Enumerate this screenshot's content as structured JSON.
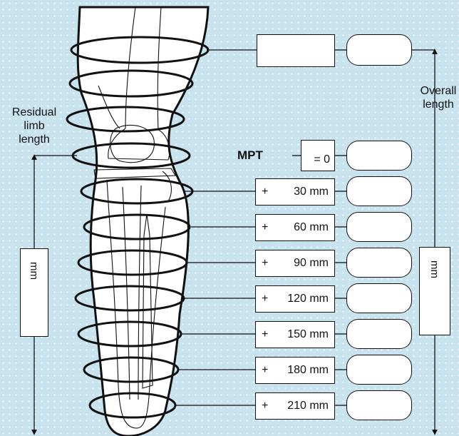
{
  "labels": {
    "residual_limb_length": [
      "Residual",
      "limb",
      "length"
    ],
    "overall_length": [
      "Overall",
      "length"
    ],
    "mpt": "MPT",
    "mpt_zero": "= 0",
    "left_unit": "mm",
    "right_unit": "mm"
  },
  "measurements": [
    {
      "sign": "+",
      "value": "30 mm"
    },
    {
      "sign": "+",
      "value": "60 mm"
    },
    {
      "sign": "+",
      "value": "90 mm"
    },
    {
      "sign": "+",
      "value": "120 mm"
    },
    {
      "sign": "+",
      "value": "150 mm"
    },
    {
      "sign": "+",
      "value": "180 mm"
    },
    {
      "sign": "+",
      "value": "210 mm"
    }
  ],
  "colors": {
    "background": "#c9e3ee",
    "line": "#111111",
    "fill": "#ffffff"
  }
}
